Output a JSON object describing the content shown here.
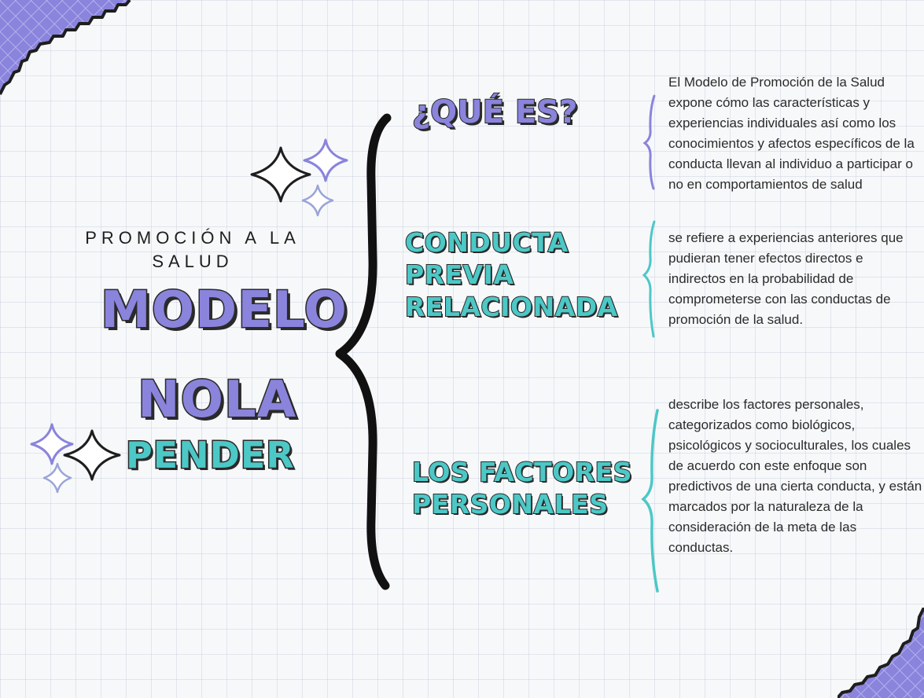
{
  "subtitle": "PROMOCIÓN A LA SALUD",
  "title_words": {
    "modelo": "MODELO",
    "nola": "NOLA",
    "pender": "PENDER"
  },
  "sections": [
    {
      "heading": "¿QUÉ ES?",
      "text": "El Modelo de Promoción de la Salud expone cómo las características y experiencias individuales así como los conocimientos y afectos específicos de la conducta llevan al individuo a participar o no en comportamientos de salud"
    },
    {
      "heading": "CONDUCTA PREVIA RELACIONADA",
      "text": "se refiere a experiencias anteriores que pudieran tener efectos directos e indirectos en la probabilidad de comprometerse con las conductas de promoción de la salud."
    },
    {
      "heading": "LOS FACTORES PERSONALES",
      "text": "describe los factores personales, categorizados como biológicos, psicológicos y socioculturales, los cuales de acuerdo con este enfoque son predictivos de una cierta conducta, y están marcados por la naturaleza de la consideración de la meta de las conductas."
    }
  ],
  "colors": {
    "purple": "#8a84dc",
    "teal": "#4cc8c6",
    "outline": "#2a2a2a",
    "text": "#2b2b2b"
  },
  "icons": [
    "sparkle-icon",
    "big-brace-icon",
    "small-brace-icon",
    "corner-decoration"
  ]
}
